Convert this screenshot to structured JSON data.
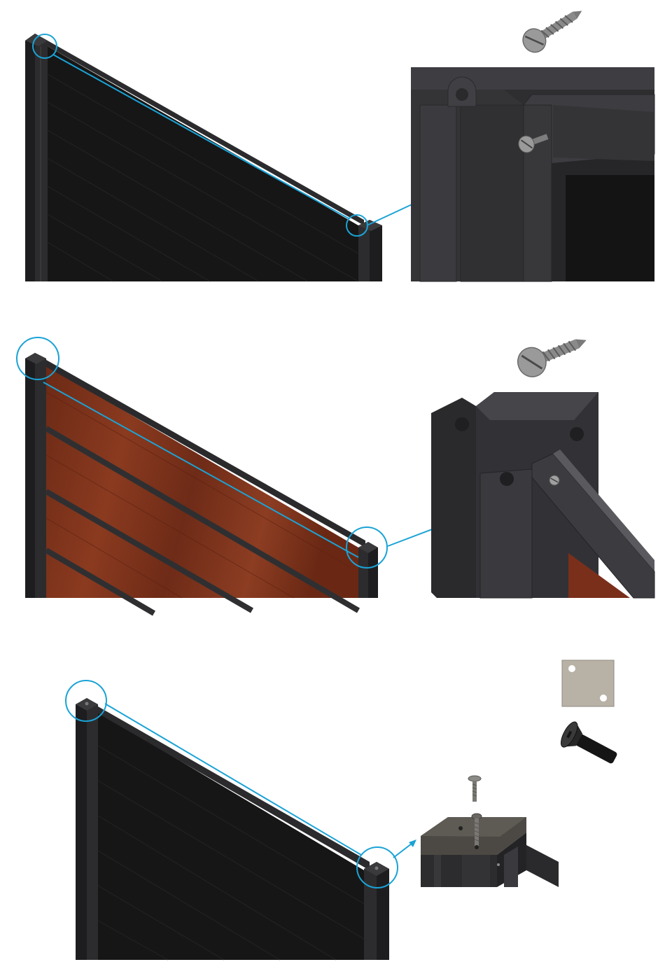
{
  "figure": {
    "kind": "fence-panel-assembly-instructions",
    "steps": [
      {
        "panel_finish": "black",
        "fastener": "pan-head-screw",
        "detail": "screw-into-post-groove"
      },
      {
        "panel_finish": "wood-grain",
        "fastener": "pan-head-screw",
        "detail": "screw-into-post-channel"
      },
      {
        "panel_finish": "black",
        "fastener": "countersunk-bolt-with-cap-plate",
        "detail": "post-cap-plate"
      }
    ]
  },
  "colors": {
    "callout": "#1ba3d6",
    "frame": "#2b2b2d",
    "panel_black": "#161616",
    "wood": "#7a2f1a",
    "post_detail": "#38383b",
    "screw": "#8f8f8f",
    "cap_plate": "#b8b2a6"
  }
}
